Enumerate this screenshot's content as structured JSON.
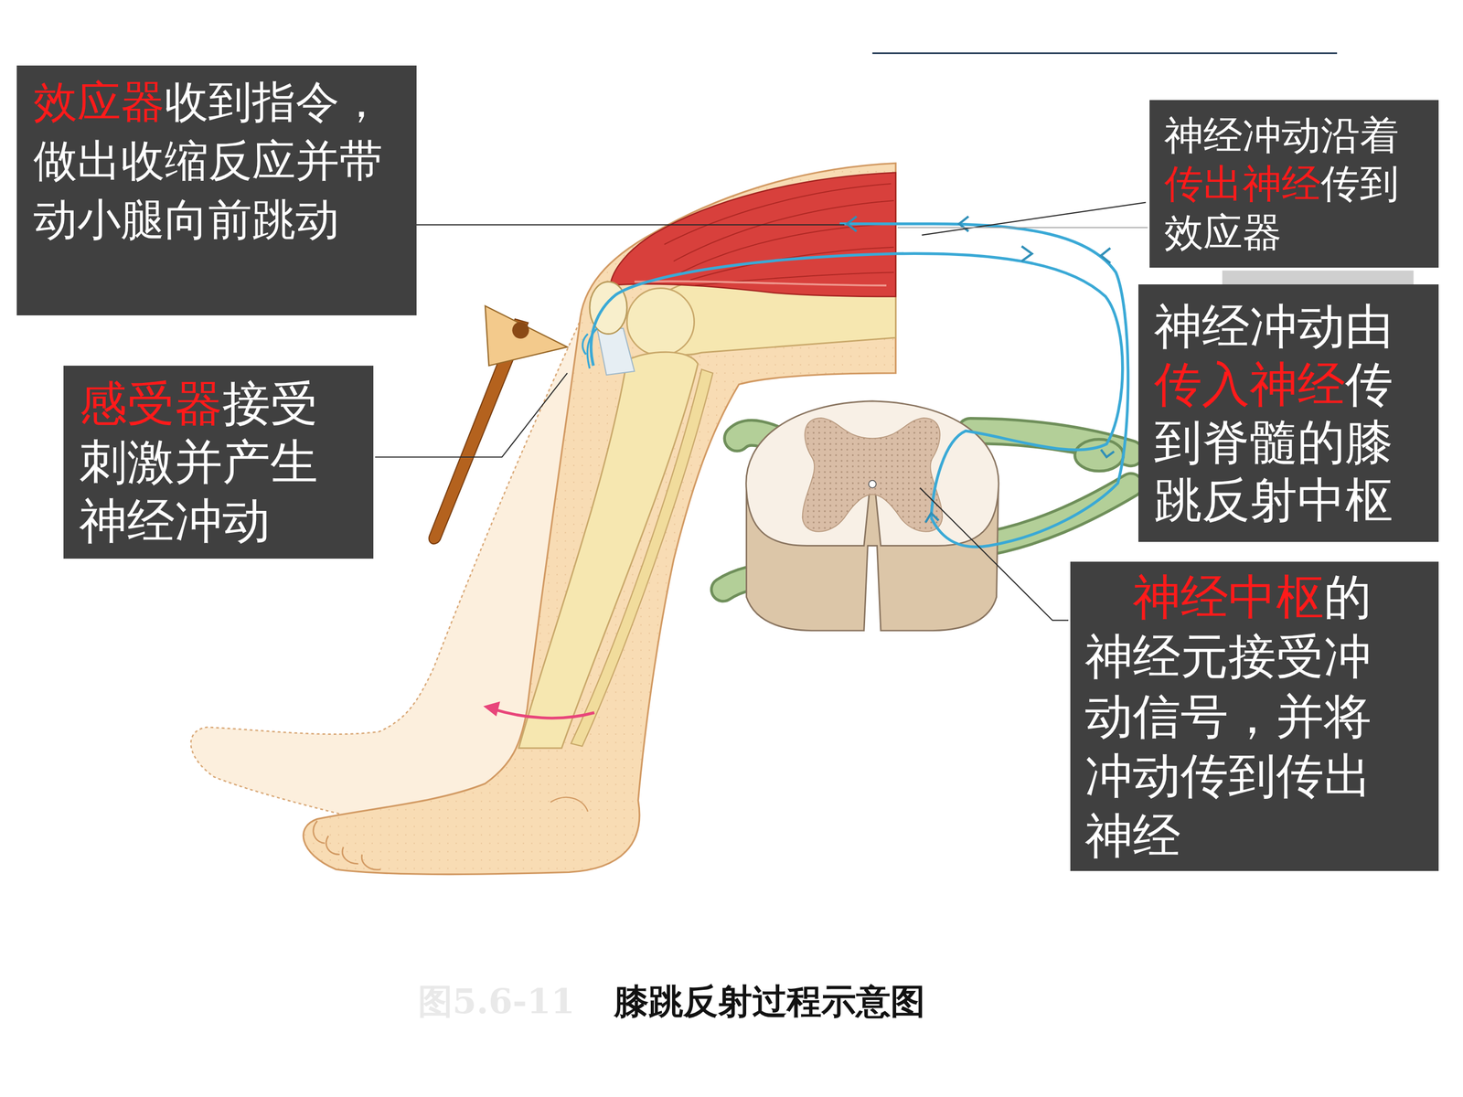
{
  "diagram": {
    "caption": "膝跳反射过程示意图",
    "nodes": [
      {
        "text": [
          "效应器",
          "收到指令，做出收缩反应并带动小腿向前跳动"
        ]
      },
      {
        "text": [
          "神经冲动沿着",
          "传出神经",
          "传到效应器"
        ]
      },
      {
        "text": [
          "神经冲动由",
          "传入神经",
          "传到脊髓的膝跳反射中枢"
        ]
      },
      {
        "text": [
          "感受器",
          "接受刺激并产生神经冲动"
        ]
      },
      {
        "text": [
          "神经中枢",
          "的神经元接受冲动信号，并将冲动传到传出神经"
        ]
      }
    ],
    "labels": [
      "图5.6-11"
    ]
  }
}
